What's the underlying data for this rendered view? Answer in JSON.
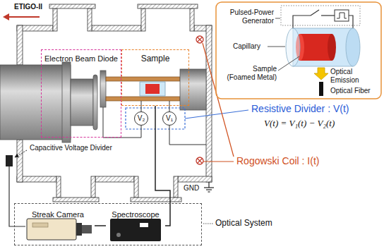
{
  "diagram": {
    "nodes": [
      {
        "text": [
          "Electron Beam Diode"
        ]
      },
      {
        "text": [
          "Sample"
        ]
      },
      {
        "text": [
          "V₂"
        ]
      },
      {
        "text": [
          "V₁"
        ]
      },
      {
        "text": [
          "Optical System"
        ]
      },
      {
        "text": [
          "Streak Camera"
        ],
        "in": 4
      },
      {
        "text": [
          "Spectroscope"
        ],
        "in": 4
      }
    ],
    "edges": [
      {
        "from": 1,
        "to": 6,
        "arrow": "none"
      },
      {
        "from": 6,
        "to": 5,
        "arrow": "none"
      }
    ],
    "labels": [
      "ETIGO-II",
      "Capacitive Voltage Divider",
      "GND",
      "Pulsed-Power Generator",
      "Capillary",
      "Sample (Foamed Metal)",
      "Optical Emission",
      "Optical Fiber",
      "Resistive Divider : V(t)",
      "V(t) = V₁(t) − V₂(t)",
      "Rogowski Coil : I(t)"
    ]
  }
}
